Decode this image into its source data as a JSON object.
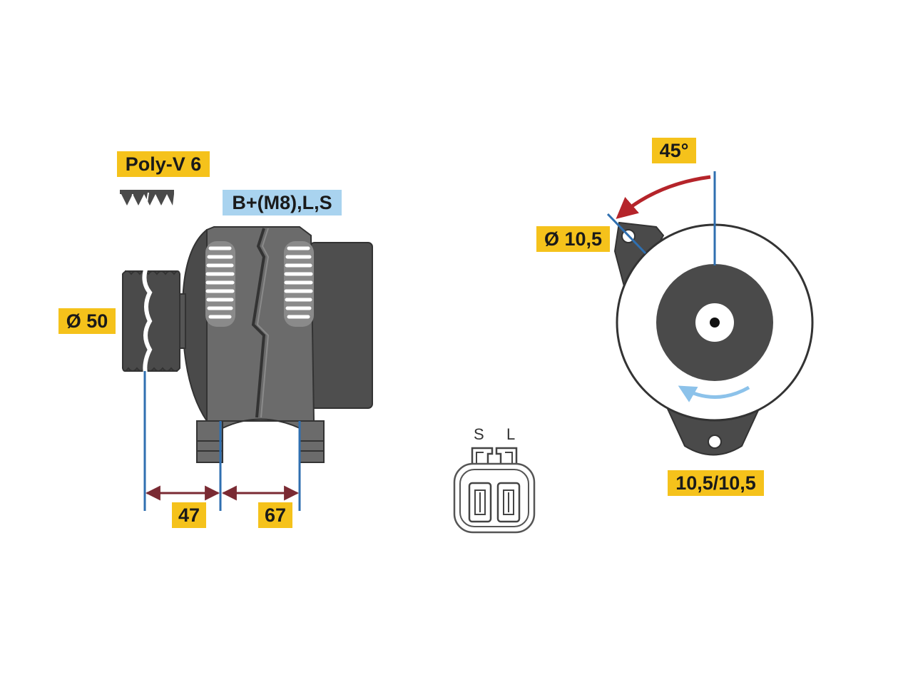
{
  "labels": {
    "belt": "Poly-V 6",
    "terminals": "B+(M8),L,S",
    "pulley_diameter": "Ø 50",
    "dim_pulley_to_mount": "47",
    "dim_mount_spacing": "67",
    "angle": "45°",
    "hole_diameter": "Ø 10,5",
    "mount_holes": "10,5/10,5",
    "connector_pin_s": "S",
    "connector_pin_l": "L"
  },
  "colors": {
    "label_yellow": "#f5c21b",
    "label_blue": "#a9d3ef",
    "body_grey": "#6b6b6b",
    "dark_grey": "#4a4a4a",
    "dimension_blue": "#2f6fb0",
    "arrow_red": "#b5242a",
    "rotation_arrow": "#8cc2ea"
  }
}
